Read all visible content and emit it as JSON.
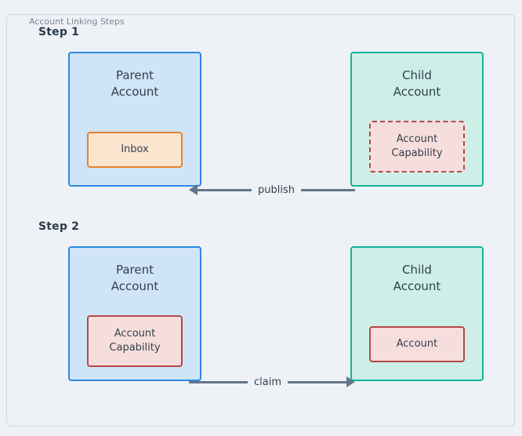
{
  "frame": {
    "legend": "Account Linking Steps"
  },
  "steps": [
    {
      "label": "Step 1",
      "parent": {
        "title": "Parent\nAccount",
        "inner": "Inbox"
      },
      "child": {
        "title": "Child\nAccount",
        "inner": "Account\nCapability"
      },
      "connector": {
        "label": "publish",
        "direction": "left"
      }
    },
    {
      "label": "Step 2",
      "parent": {
        "title": "Parent\nAccount",
        "inner": "Account\nCapability"
      },
      "child": {
        "title": "Child\nAccount",
        "inner": "Account"
      },
      "connector": {
        "label": "claim",
        "direction": "right"
      }
    }
  ],
  "colors": {
    "page_background": "#eef2f6",
    "frame_border": "#ccd6e0",
    "legend_text": "#7a8794",
    "step_label_text": "#2b3a4a",
    "parent_border": "#2b8ae0",
    "parent_fill": "#cfe4f7",
    "child_border": "#13b39a",
    "child_fill": "#cdefe7",
    "inbox_border": "#e8832a",
    "inbox_fill": "#fce5cf",
    "capability_border": "#b3484a",
    "capability_fill": "#f6dedd",
    "arrow": "#63758a",
    "box_text": "#33404d"
  }
}
